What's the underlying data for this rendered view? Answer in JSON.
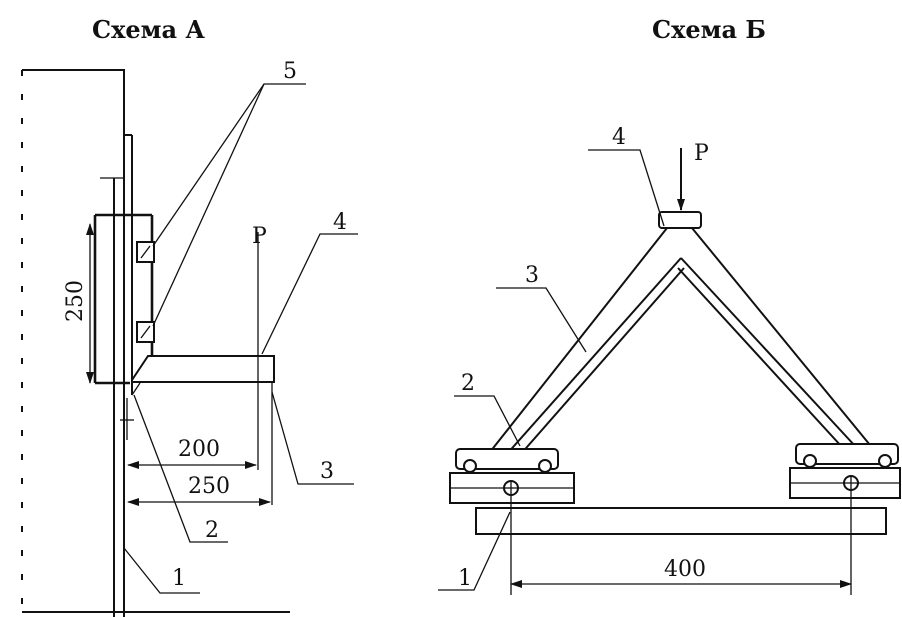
{
  "scheme_a": {
    "title": "Схема А",
    "labels": {
      "l1": "1",
      "l2": "2",
      "l3": "3",
      "l4": "4",
      "l5": "5",
      "load": "P"
    },
    "dimensions": {
      "d250_vertical": "250",
      "d200": "200",
      "d250_horizontal": "250"
    }
  },
  "scheme_b": {
    "title": "Схема Б",
    "labels": {
      "l1": "1",
      "l2": "2",
      "l3": "3",
      "l4": "4",
      "load": "P"
    },
    "dimensions": {
      "d400": "400"
    }
  }
}
